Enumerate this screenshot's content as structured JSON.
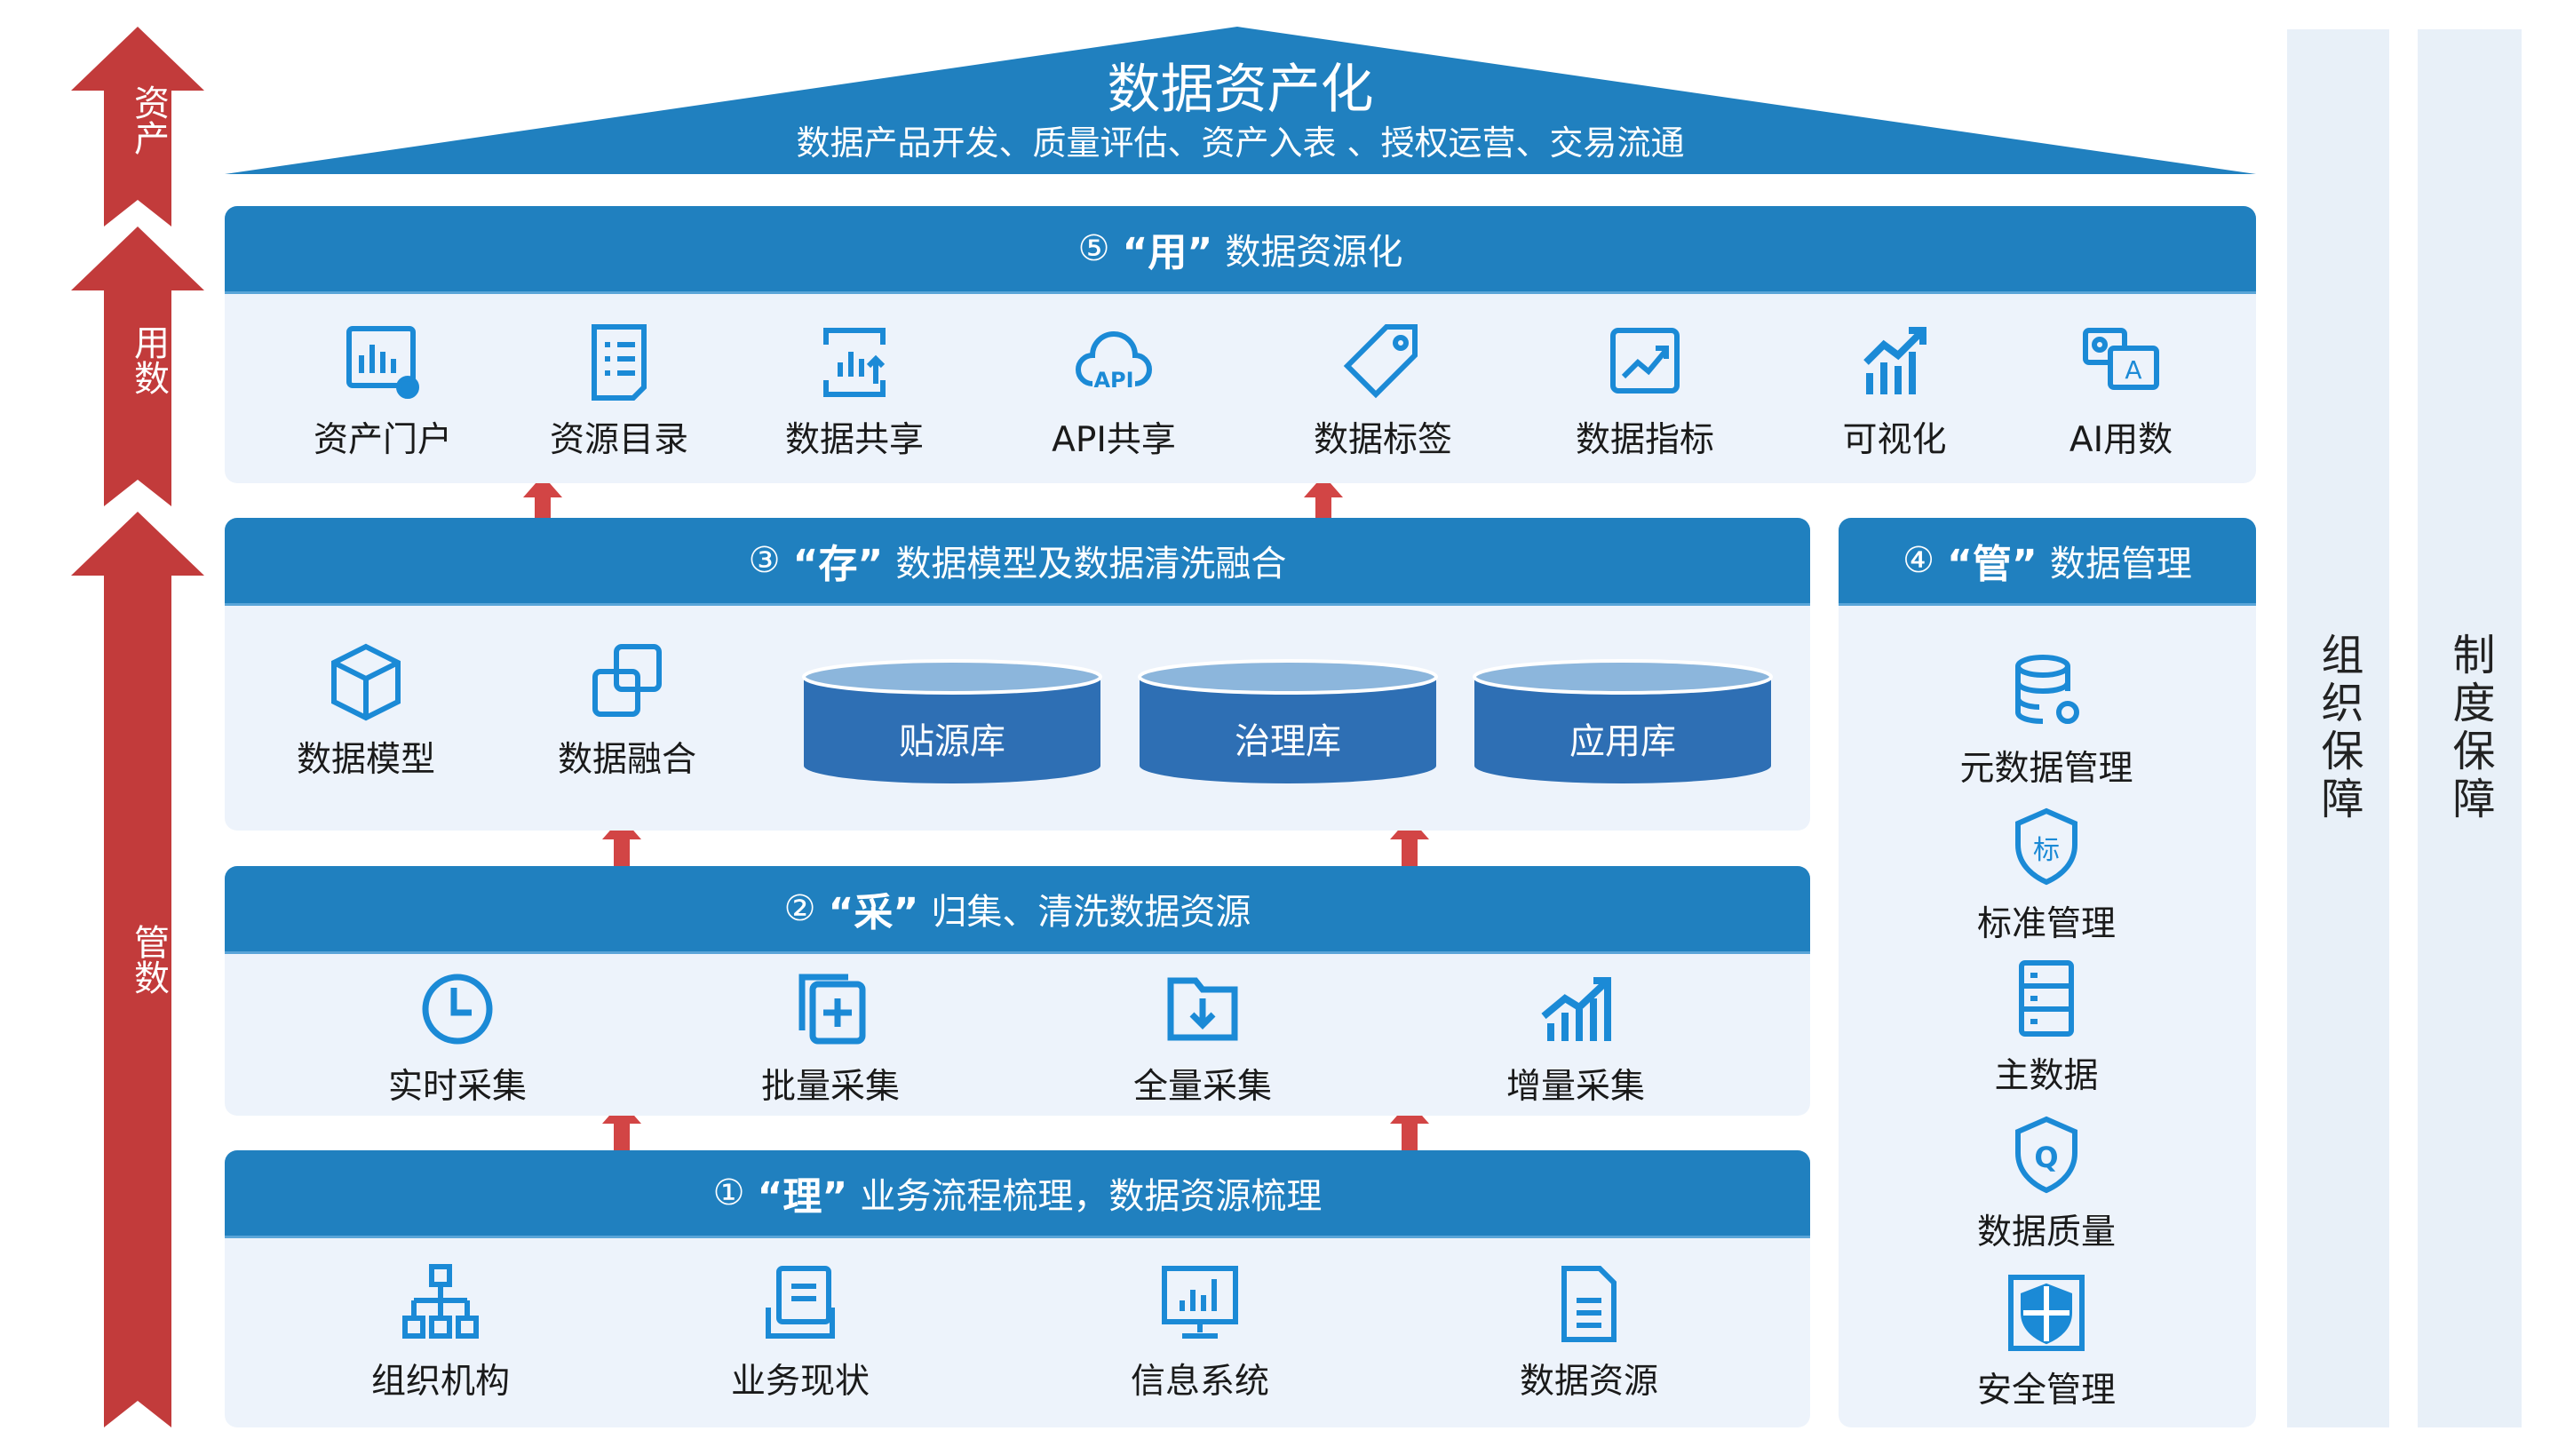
{
  "roof": {
    "title": "数据资产化",
    "subtitle": "数据产品开发、质量评估、资产入表 、授权运营、交易流通"
  },
  "left_arrows": [
    {
      "label": "资产"
    },
    {
      "label": "用数"
    },
    {
      "label": "管数"
    }
  ],
  "right_columns": [
    {
      "label": "组织保障"
    },
    {
      "label": "制度保障"
    }
  ],
  "colors": {
    "blue": "#2080bf",
    "red": "#c23b3b",
    "light": "#edf3fb",
    "icon": "#1b8ad6"
  },
  "sections": {
    "use": {
      "num": "⑤",
      "key": "“用”",
      "text": "数据资源化",
      "items": [
        {
          "label": "资产门户",
          "icon": "monitor-eye-icon"
        },
        {
          "label": "资源目录",
          "icon": "list-document-icon"
        },
        {
          "label": "数据共享",
          "icon": "share-chart-icon"
        },
        {
          "label": "API共享",
          "icon": "api-cloud-icon"
        },
        {
          "label": "数据标签",
          "icon": "tag-icon"
        },
        {
          "label": "数据指标",
          "icon": "trend-chart-icon"
        },
        {
          "label": "可视化",
          "icon": "bar-growth-icon"
        },
        {
          "label": "AI用数",
          "icon": "qa-chat-icon"
        }
      ]
    },
    "store": {
      "num": "③",
      "key": "“存”",
      "text": "数据模型及数据清洗融合",
      "items": [
        {
          "label": "数据模型",
          "icon": "cube-icon"
        },
        {
          "label": "数据融合",
          "icon": "merge-squares-icon"
        }
      ],
      "databases": [
        {
          "label": "贴源库"
        },
        {
          "label": "治理库"
        },
        {
          "label": "应用库"
        }
      ]
    },
    "manage": {
      "num": "④",
      "key": "“管”",
      "text": "数据管理",
      "items": [
        {
          "label": "元数据管理",
          "icon": "database-gear-icon"
        },
        {
          "label": "标准管理",
          "icon": "standard-shield-icon"
        },
        {
          "label": "主数据",
          "icon": "server-list-icon"
        },
        {
          "label": "数据质量",
          "icon": "quality-shield-icon"
        },
        {
          "label": "安全管理",
          "icon": "security-shield-icon"
        }
      ]
    },
    "collect": {
      "num": "②",
      "key": "“采”",
      "text": "归集、清洗数据资源",
      "items": [
        {
          "label": "实时采集",
          "icon": "clock-icon"
        },
        {
          "label": "批量采集",
          "icon": "batch-add-icon"
        },
        {
          "label": "全量采集",
          "icon": "folder-download-icon"
        },
        {
          "label": "增量采集",
          "icon": "incremental-chart-icon"
        }
      ]
    },
    "sort": {
      "num": "①",
      "key": "“理”",
      "text": "业务流程梳理，数据资源梳理",
      "items": [
        {
          "label": "组织机构",
          "icon": "org-chart-icon"
        },
        {
          "label": "业务现状",
          "icon": "business-doc-icon"
        },
        {
          "label": "信息系统",
          "icon": "system-monitor-icon"
        },
        {
          "label": "数据资源",
          "icon": "file-icon"
        }
      ]
    }
  }
}
